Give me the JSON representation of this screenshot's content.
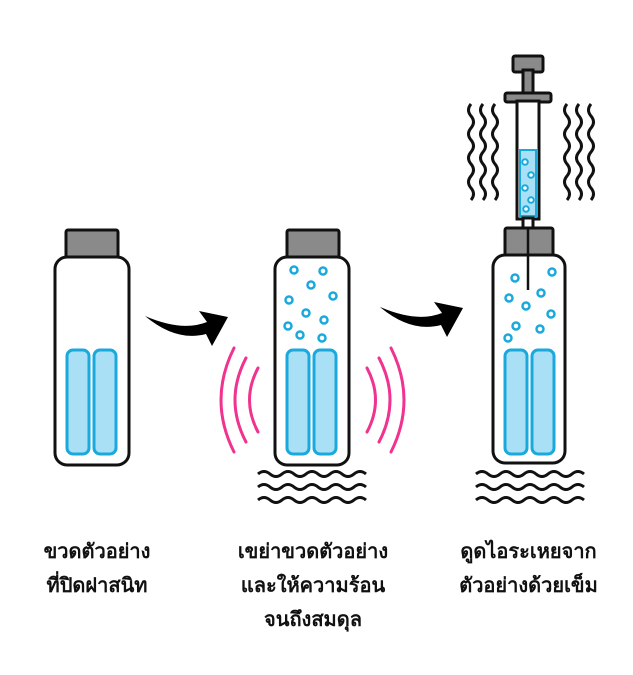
{
  "colors": {
    "outline": "#111111",
    "cap": "#8a8a8a",
    "fiber_fill": "#a9e0f5",
    "fiber_stroke": "#1aa9dc",
    "bubble": "#1aa9dc",
    "shake": "#f0338f",
    "arrow": "#000000"
  },
  "steps": [
    {
      "caption": [
        "ขวดตัวอย่าง",
        "ที่ปิดฝาสนิท"
      ]
    },
    {
      "caption": [
        "เขย่าขวดตัวอย่าง",
        "และให้ความร้อน",
        "จนถึงสมดุล"
      ]
    },
    {
      "caption": [
        "ดูดไอระเหยจาก",
        "ตัวอย่างด้วยเข็ม"
      ]
    }
  ],
  "icons": [
    "vial-icon",
    "fiber-icon",
    "arrow-icon",
    "shake-icon",
    "heat-icon",
    "syringe-icon"
  ]
}
